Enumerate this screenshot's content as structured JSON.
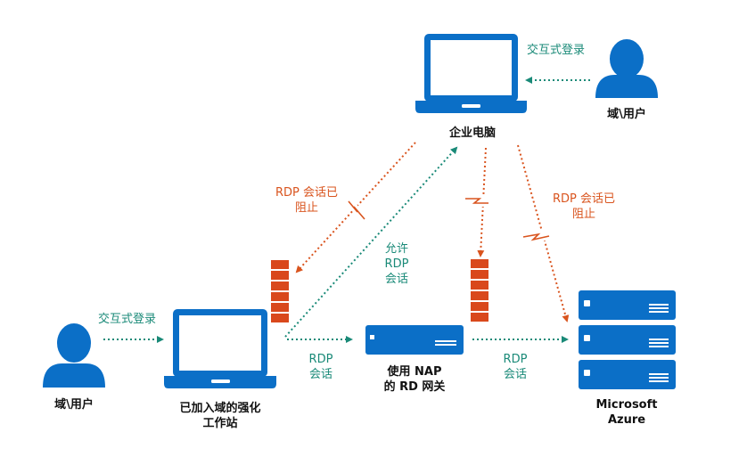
{
  "colors": {
    "blue": "#0b6fc7",
    "teal": "#1a8a78",
    "red": "#d9541e",
    "firewall": "#d9481c"
  },
  "corp_pc": {
    "label": "企业电脑",
    "interactive_login": "交互式登录",
    "user_label": "域\\用户"
  },
  "workstation": {
    "label_line1": "已加入域的强化",
    "label_line2": "工作站",
    "interactive_login": "交互式登录",
    "user_label": "域\\用户"
  },
  "gateway": {
    "label_line1": "使用 NAP",
    "label_line2": "的 RD 网关"
  },
  "azure": {
    "label_line1": "Microsoft",
    "label_line2": "Azure"
  },
  "connections": {
    "rdp_blocked_left_line1": "RDP 会话已",
    "rdp_blocked_left_line2": "阻止",
    "rdp_blocked_right_line1": "RDP 会话已",
    "rdp_blocked_right_line2": "阻止",
    "allow_line1": "允许",
    "allow_line2": "RDP",
    "allow_line3": "会话",
    "ws_to_gw_line1": "RDP",
    "ws_to_gw_line2": "会话",
    "gw_to_azure_line1": "RDP",
    "gw_to_azure_line2": "会话"
  }
}
